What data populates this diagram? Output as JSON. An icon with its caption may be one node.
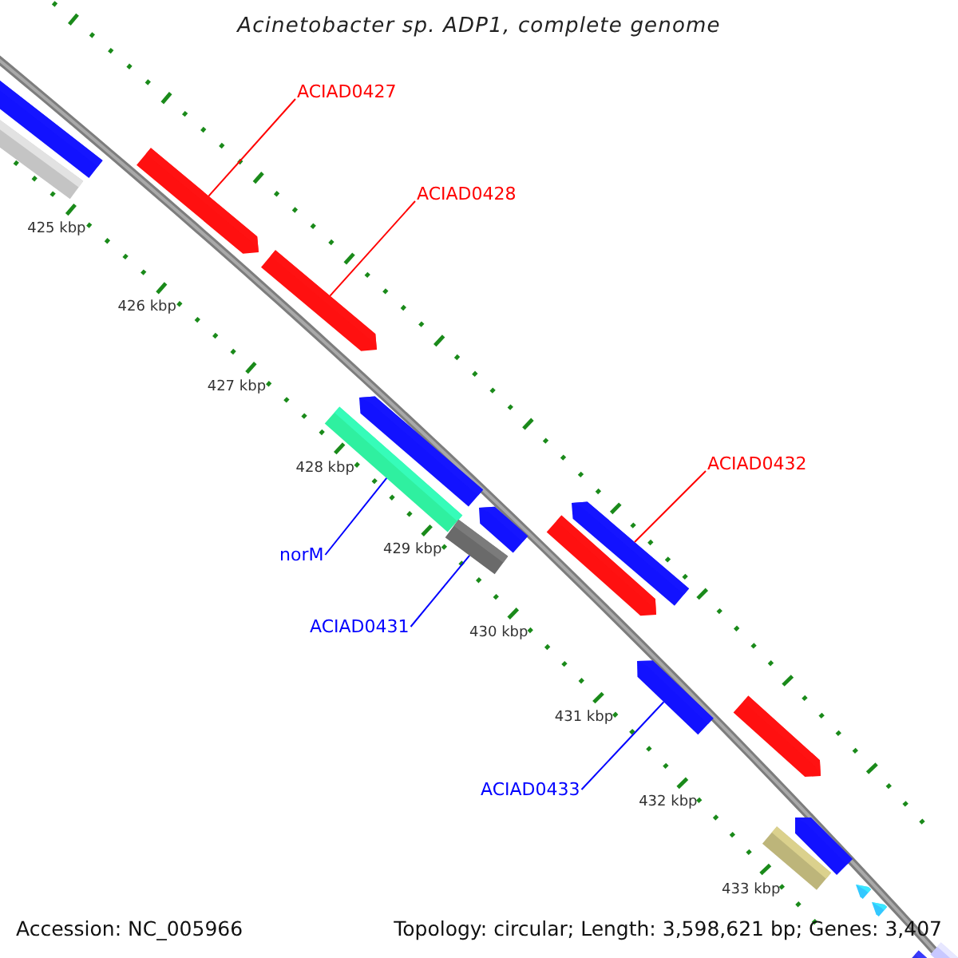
{
  "diagram": {
    "title": "Acinetobacter sp. ADP1, complete genome",
    "nodes": [
      {
        "text": [
          "ACIAD0427"
        ]
      },
      {
        "text": [
          "ACIAD0428"
        ]
      },
      {
        "text": [
          "ACIAD0432"
        ]
      },
      {
        "text": [
          "norM"
        ]
      },
      {
        "text": [
          "ACIAD0431"
        ]
      },
      {
        "text": [
          "ACIAD0433"
        ]
      },
      {
        "text": [],
        "shape": "arrow"
      },
      {
        "text": [],
        "shape": "bar"
      },
      {
        "text": [],
        "shape": "arrow"
      },
      {
        "text": [],
        "shape": "arrow"
      },
      {
        "text": [],
        "shape": "arrow"
      },
      {
        "text": [],
        "shape": "arrow"
      },
      {
        "text": [],
        "shape": "bar"
      },
      {
        "text": [],
        "shape": "bar"
      },
      {
        "text": [],
        "shape": "arrow"
      },
      {
        "text": [],
        "shape": "arrow"
      },
      {
        "text": [],
        "shape": "arrow"
      },
      {
        "text": [],
        "shape": "arrow"
      },
      {
        "text": [],
        "shape": "arrow"
      },
      {
        "text": [],
        "shape": "bar"
      },
      {
        "text": [],
        "shape": "arrow"
      },
      {
        "text": [],
        "shape": "arrow"
      },
      {
        "text": [],
        "shape": "bar"
      },
      {
        "text": [],
        "shape": "bar"
      }
    ],
    "edges": [
      {
        "from": 0,
        "to": 8,
        "arrow": "none"
      },
      {
        "from": 1,
        "to": 9,
        "arrow": "none"
      },
      {
        "from": 2,
        "to": 14,
        "arrow": "none"
      },
      {
        "from": 3,
        "to": 12,
        "arrow": "none",
        "color": "#0000ff"
      },
      {
        "from": 4,
        "to": 13,
        "arrow": "none",
        "color": "#0000ff"
      },
      {
        "from": 5,
        "to": 16,
        "arrow": "none",
        "color": "#0000ff"
      }
    ],
    "labels": [
      "425 kbp",
      "426 kbp",
      "427 kbp",
      "428 kbp",
      "429 kbp",
      "430 kbp",
      "431 kbp",
      "432 kbp",
      "433 kbp",
      "Accession: NC_005966",
      "Topology: circular; Length: 3,598,621 bp; Genes: 3,407"
    ]
  }
}
